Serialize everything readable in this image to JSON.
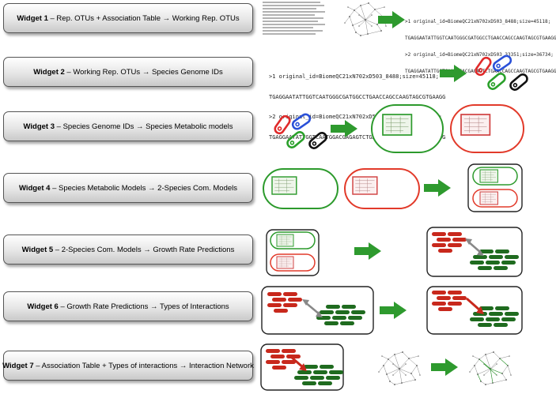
{
  "widgets": [
    {
      "number": "Widget 1",
      "desc": " – Rep. OTUs + Association Table ",
      "arrow": "→",
      "out": " Working Rep. OTUs"
    },
    {
      "number": "Widget 2",
      "desc": " – Working Rep. OTUs ",
      "arrow": "→",
      "out": " Species Genome IDs"
    },
    {
      "number": "Widget 3",
      "desc": " – Species Genome IDs ",
      "arrow": "→",
      "out": " Species Metabolic models"
    },
    {
      "number": "Widget 4",
      "desc": " – Species Metabolic Models ",
      "arrow": "→",
      "out": " 2-Species Com. Models"
    },
    {
      "number": "Widget 5",
      "desc": " – 2-Species Com. Models ",
      "arrow": "→",
      "out": " Growth Rate Predictions"
    },
    {
      "number": "Widget 6",
      "desc": " – Growth Rate Predictions ",
      "arrow": "→",
      "out": " Types of Interactions"
    },
    {
      "number": "Widget 7",
      "desc": " – Association Table + Types of interactions ",
      "arrow": "→",
      "out": " Interaction Network"
    }
  ],
  "sequences": {
    "widget1_output": [
      ">1 original_id=BiomeQC21xN702xD503_8488;size=45118;",
      "TGAGGAATATTGGTCAATGGGCGATGGCCTGAACCAGCCAAGTAGCGTGAAGG",
      ">2 original_id=BiomeQC21xN702xD503_33351;size=36734;",
      "TGAGGAATATTGGTCAATGGACGAGAGTCTGAACCAGCCAAGTAGCGTGAAGG"
    ],
    "widget2_input": [
      ">1 original_id=BiomeQC21xN702xD503_8488;size=45118;",
      "TGAGGAATATTGGTCAATGGGCGATGGCCTGAACCAGCCAAGTAGCGTGAAGG",
      ">2 original_id=BiomeQC21xN702xD503_33351;size=36734;",
      "TGAGGAATATTGGTCAATGGACGAGAGTCTGAACCAGCCAAGTAGCGTGAAGG"
    ]
  },
  "colors": {
    "arrow_green": "#2e9a2e",
    "model_green": "#2c9a2c",
    "model_red": "#e23a2a",
    "bar_green": "#1f6b1f",
    "bar_red": "#c8281c",
    "bacteria_red": "#e02a2a",
    "bacteria_green": "#2aa02a",
    "bacteria_blue": "#2a50d8",
    "bacteria_black": "#111111"
  }
}
